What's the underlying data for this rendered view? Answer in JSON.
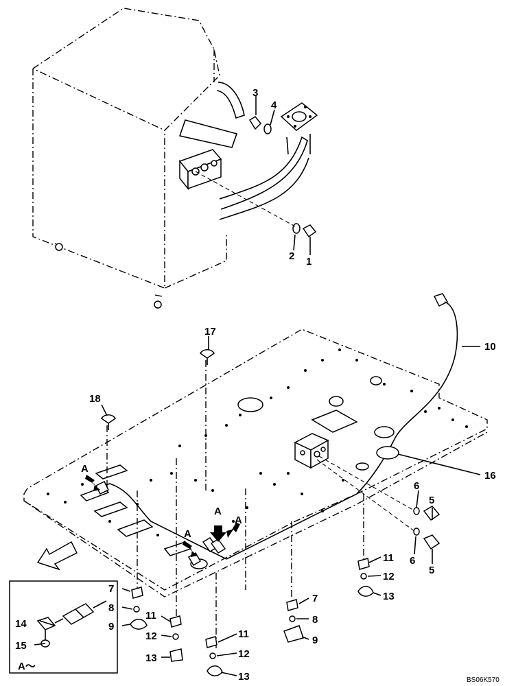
{
  "figure_code": "BS06K570",
  "detail_label": "A～",
  "callouts": {
    "c1": "1",
    "c2": "2",
    "c3": "3",
    "c4": "4",
    "c5a": "5",
    "c5b": "5",
    "c6a": "6",
    "c6b": "6",
    "c7a": "7",
    "c7b": "7",
    "c8a": "8",
    "c8b": "8",
    "c9a": "9",
    "c9b": "9",
    "c10": "10",
    "c11a": "11",
    "c11b": "11",
    "c11c": "11",
    "c12a": "12",
    "c12b": "12",
    "c12c": "12",
    "c13a": "13",
    "c13b": "13",
    "c13c": "13",
    "c14": "14",
    "c15": "15",
    "c16": "16",
    "c17": "17",
    "c18": "18"
  },
  "view_arrows": {
    "a1": "A",
    "a2": "A",
    "a3": "A",
    "a4": "A"
  }
}
